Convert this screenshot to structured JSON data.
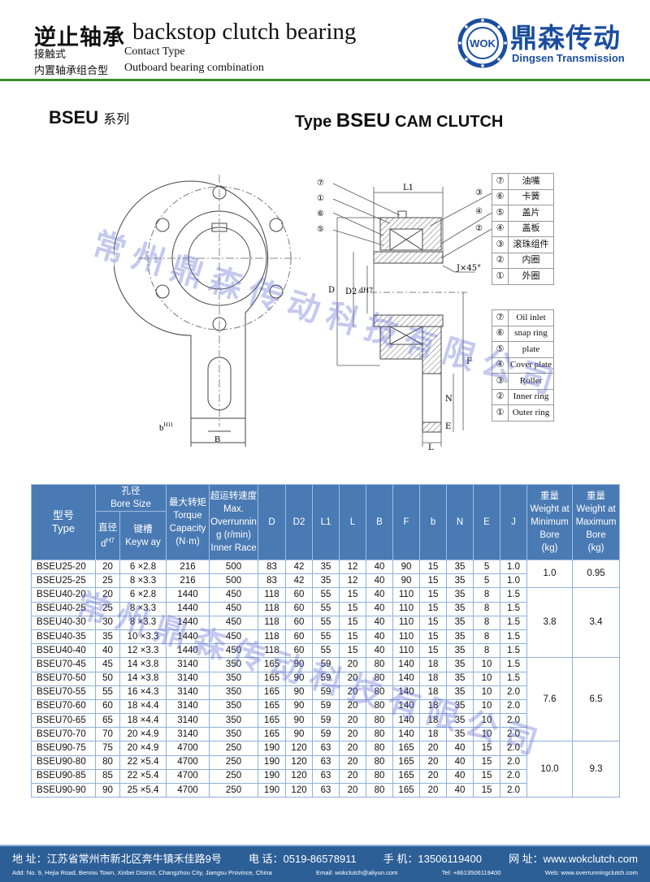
{
  "header": {
    "title_cn": "逆止轴承",
    "title_en": "backstop clutch bearing",
    "sub1_cn": "接触式",
    "sub1_en": "Contact Type",
    "sub2_cn": "内置轴承组合型",
    "sub2_en": "Outboard bearing combination"
  },
  "logo": {
    "mark": "WOK",
    "name_cn": "鼎森传动",
    "name_en": "Dingsen Transmission",
    "color": "#1a4da0"
  },
  "series": {
    "name": "BSEU",
    "suffix": "系列"
  },
  "type_title": {
    "prefix": "Type",
    "model": "BSEU",
    "suffix": "CAM CLUTCH"
  },
  "watermark": "常州鼎森传动科技有限公司",
  "drawing_labels": {
    "b": "b",
    "b_sup": "H11",
    "B": "B",
    "L1": "L1",
    "D": "D",
    "D2": "D2",
    "d": "dH7",
    "J": "J×45°",
    "F": "F",
    "N": "N",
    "E": "E",
    "L": "L",
    "callouts": [
      "⑦",
      "①",
      "⑥",
      "⑤",
      "③",
      "④",
      "②"
    ]
  },
  "parts_cn": [
    [
      "⑦",
      "油嘴"
    ],
    [
      "⑥",
      "卡簧"
    ],
    [
      "⑤",
      "盖片"
    ],
    [
      "④",
      "盖板"
    ],
    [
      "③",
      "滚珠组件"
    ],
    [
      "②",
      "内圈"
    ],
    [
      "①",
      "外圈"
    ]
  ],
  "parts_en": [
    [
      "⑦",
      "Oil inlet"
    ],
    [
      "⑥",
      "snap ring"
    ],
    [
      "⑤",
      "plate"
    ],
    [
      "④",
      "Cover plate"
    ],
    [
      "③",
      "Roller"
    ],
    [
      "②",
      "Inner ring"
    ],
    [
      "①",
      "Outer ring"
    ]
  ],
  "table": {
    "headers": {
      "type": "型号\nType",
      "bore": "孔径\nBore Size",
      "d": "直径\ndH7",
      "keyway": "键槽\nKeyw ay",
      "torque": "最大转矩\nTorque\nCapacity\n(N·m)",
      "speed": "超运转速度\nMax.\nOverrunnin\ng (r/min)\nInner Race",
      "cols": [
        "D",
        "D2",
        "L1",
        "L",
        "B",
        "F",
        "b",
        "N",
        "E",
        "J"
      ],
      "wmin": "重量\nWeight at\nMinimum\nBore\n(kg)",
      "wmax": "重量\nWeight at\nMaximum\nBore\n(kg)"
    },
    "rows": [
      [
        "BSEU25-20",
        "20",
        "6 ×2.8",
        "216",
        "500",
        "83",
        "42",
        "35",
        "12",
        "40",
        "90",
        "15",
        "35",
        "5",
        "1.0"
      ],
      [
        "BSEU25-25",
        "25",
        "8 ×3.3",
        "216",
        "500",
        "83",
        "42",
        "35",
        "12",
        "40",
        "90",
        "15",
        "35",
        "5",
        "1.0"
      ],
      [
        "BSEU40-20",
        "20",
        "6 ×2.8",
        "1440",
        "450",
        "118",
        "60",
        "55",
        "15",
        "40",
        "110",
        "15",
        "35",
        "8",
        "1.5"
      ],
      [
        "BSEU40-25",
        "25",
        "8 ×3.3",
        "1440",
        "450",
        "118",
        "60",
        "55",
        "15",
        "40",
        "110",
        "15",
        "35",
        "8",
        "1.5"
      ],
      [
        "BSEU40-30",
        "30",
        "8 ×3.3",
        "1440",
        "450",
        "118",
        "60",
        "55",
        "15",
        "40",
        "110",
        "15",
        "35",
        "8",
        "1.5"
      ],
      [
        "BSEU40-35",
        "35",
        "10 ×3.3",
        "1440",
        "450",
        "118",
        "60",
        "55",
        "15",
        "40",
        "110",
        "15",
        "35",
        "8",
        "1.5"
      ],
      [
        "BSEU40-40",
        "40",
        "12 ×3.3",
        "1440",
        "450",
        "118",
        "60",
        "55",
        "15",
        "40",
        "110",
        "15",
        "35",
        "8",
        "1.5"
      ],
      [
        "BSEU70-45",
        "45",
        "14 ×3.8",
        "3140",
        "350",
        "165",
        "90",
        "59",
        "20",
        "80",
        "140",
        "18",
        "35",
        "10",
        "1.5"
      ],
      [
        "BSEU70-50",
        "50",
        "14 ×3.8",
        "3140",
        "350",
        "165",
        "90",
        "59",
        "20",
        "80",
        "140",
        "18",
        "35",
        "10",
        "1.5"
      ],
      [
        "BSEU70-55",
        "55",
        "16 ×4.3",
        "3140",
        "350",
        "165",
        "90",
        "59",
        "20",
        "80",
        "140",
        "18",
        "35",
        "10",
        "2.0"
      ],
      [
        "BSEU70-60",
        "60",
        "18 ×4.4",
        "3140",
        "350",
        "165",
        "90",
        "59",
        "20",
        "80",
        "140",
        "18",
        "35",
        "10",
        "2.0"
      ],
      [
        "BSEU70-65",
        "65",
        "18 ×4.4",
        "3140",
        "350",
        "165",
        "90",
        "59",
        "20",
        "80",
        "140",
        "18",
        "35",
        "10",
        "2.0"
      ],
      [
        "BSEU70-70",
        "70",
        "20 ×4.9",
        "3140",
        "350",
        "165",
        "90",
        "59",
        "20",
        "80",
        "140",
        "18",
        "35",
        "10",
        "2.0"
      ],
      [
        "BSEU90-75",
        "75",
        "20 ×4.9",
        "4700",
        "250",
        "190",
        "120",
        "63",
        "20",
        "80",
        "165",
        "20",
        "40",
        "15",
        "2.0"
      ],
      [
        "BSEU90-80",
        "80",
        "22 ×5.4",
        "4700",
        "250",
        "190",
        "120",
        "63",
        "20",
        "80",
        "165",
        "20",
        "40",
        "15",
        "2.0"
      ],
      [
        "BSEU90-85",
        "85",
        "22 ×5.4",
        "4700",
        "250",
        "190",
        "120",
        "63",
        "20",
        "80",
        "165",
        "20",
        "40",
        "15",
        "2.0"
      ],
      [
        "BSEU90-90",
        "90",
        "25 ×5.4",
        "4700",
        "250",
        "190",
        "120",
        "63",
        "20",
        "80",
        "165",
        "20",
        "40",
        "15",
        "2.0"
      ]
    ],
    "weights": [
      {
        "rows": 2,
        "min": "1.0",
        "max": "0.95"
      },
      {
        "rows": 5,
        "min": "3.8",
        "max": "3.4"
      },
      {
        "rows": 6,
        "min": "7.6",
        "max": "6.5"
      },
      {
        "rows": 4,
        "min": "10.0",
        "max": "9.3"
      }
    ],
    "header_color": "#4a7ab4"
  },
  "footer": {
    "address_cn": "地 址：江苏省常州市新北区奔牛镇禾佳路9号",
    "phone_cn": "电 话：0519-86578911",
    "mobile_cn": "手 机：13506119400",
    "web_cn": "网 址：www.wokclutch.com",
    "address_en": "Add: No. 9, Hejia Road, Benniu Town, Xinbei District, Changzhou City, Jiangsu Province, China",
    "email": "Email: wokclutch@aliyun.com",
    "tel": "Tel: +8613506119400",
    "web_en": "Web: www.overrunningclutch.com",
    "bg": "#2d5f97"
  }
}
